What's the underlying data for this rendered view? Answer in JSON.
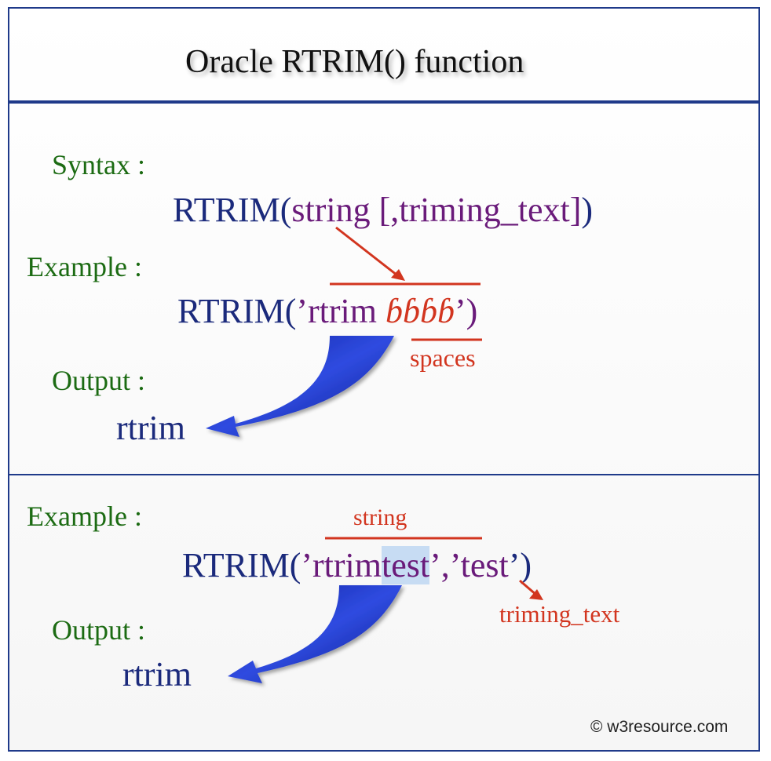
{
  "title": "Oracle RTRIM() function",
  "section1": {
    "syntax_label": "Syntax :",
    "syntax": {
      "fn": "RTRIM(",
      "args": "string [,triming_text]",
      "close": ")"
    },
    "example_label": "Example :",
    "example": {
      "fn": "RTRIM(",
      "open_quote": "’",
      "text": "rtrim ",
      "spaces": "ɓɓɓɓ",
      "close": "’)"
    },
    "spaces_label": "spaces",
    "output_label": "Output :",
    "output": "rtrim"
  },
  "section2": {
    "example_label": "Example :",
    "string_label": "string",
    "example": {
      "fn": "RTRIM(",
      "open_quote": "’",
      "text": "rtrim",
      "highlight": "test",
      "mid": "’,’",
      "trim": "test",
      "close": "’)"
    },
    "triming_label": "triming_text",
    "output_label": "Output :",
    "output": "rtrim"
  },
  "copyright": "© w3resource.com",
  "colors": {
    "border": "#1f3a8a",
    "navy": "#1b2a7c",
    "purple": "#6a1b7a",
    "red": "#d2351f",
    "green": "#1c6b13",
    "highlight": "#c7dcf3"
  }
}
